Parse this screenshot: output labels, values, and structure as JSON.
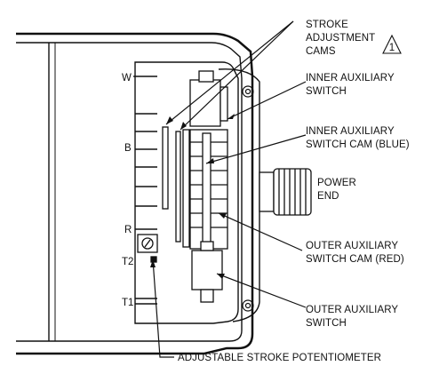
{
  "terminals": {
    "w": "W",
    "b": "B",
    "r": "R",
    "t2": "T2",
    "t1": "T1"
  },
  "labels": {
    "stroke_cams": [
      "STROKE",
      "ADJUSTMENT",
      "CAMS"
    ],
    "note_number": "1",
    "inner_aux_switch": [
      "INNER AUXILIARY",
      "SWITCH"
    ],
    "inner_aux_cam": [
      "INNER AUXILIARY",
      "SWITCH CAM (BLUE)"
    ],
    "power_end": [
      "POWER",
      "END"
    ],
    "outer_aux_cam": [
      "OUTER AUXILIARY",
      "SWITCH CAM (RED)"
    ],
    "outer_aux_switch": [
      "OUTER AUXILIARY",
      "SWITCH"
    ],
    "potentiometer": "ADJUSTABLE STROKE POTENTIOMETER"
  },
  "icons": {
    "note_triangle": "warning-triangle-icon",
    "pot_screw": "slotted-screw-icon"
  },
  "colors": {
    "line": "#111111",
    "background": "#ffffff"
  }
}
